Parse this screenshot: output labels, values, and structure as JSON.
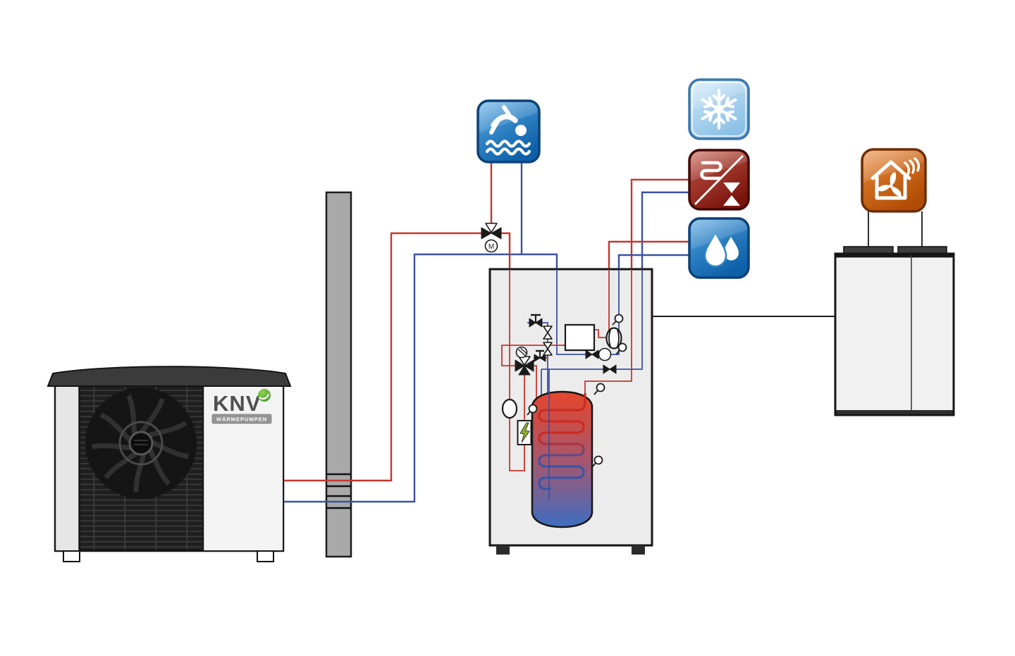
{
  "diagram": {
    "title": "KNV heat pump system schematic",
    "brand": {
      "logo_text": "KNV",
      "logo_sub": "WÄRMEPUMPEN"
    },
    "labels": {
      "valve_motor": "M"
    },
    "icons": [
      {
        "name": "pool-icon",
        "label": "swimming pool heating",
        "glyph": "swimmer over waves"
      },
      {
        "name": "cooling-icon",
        "label": "cooling",
        "glyph": "snowflake"
      },
      {
        "name": "heating-circuit-icon",
        "label": "heating circuit",
        "glyph": "radiator coil and valve"
      },
      {
        "name": "hot-water-icon",
        "label": "domestic hot water",
        "glyph": "two water drops"
      },
      {
        "name": "ventilation-icon",
        "label": "comfort ventilation",
        "glyph": "house with fan and air waves"
      }
    ],
    "components": [
      {
        "name": "outdoor-heat-pump-unit",
        "label": "KNV outdoor heat pump with fan"
      },
      {
        "name": "building-wall",
        "label": "wall pass-through for flow and return pipes"
      },
      {
        "name": "indoor-hydraulic-unit",
        "label": "indoor unit with buffer tank, heater rod, pump and valves"
      },
      {
        "name": "buffer-tank",
        "label": "stratified storage tank with internal coil"
      },
      {
        "name": "ventilation-unit",
        "label": "double-door ventilation cabinet"
      }
    ],
    "colors": {
      "pipe_hot": "#c4372d",
      "pipe_cold": "#3b52a3",
      "line_dark": "#1a1a1a",
      "wall_fill": "#a9a9a9",
      "unit_fill": "#ececec",
      "cabinet_fill": "#f1f1f1",
      "metal_dark": "#3a3a3a",
      "grille_bg": "#1f1f1f",
      "grille_line": "#3f3f3f",
      "panel_fill": "#f1f1f1",
      "tank_hot": "#e5462c",
      "tank_cold": "#3f6dc0",
      "coil_hot": "#cc2b21",
      "coil_cold": "#3b55a5",
      "icon_pool_top": "#55a9e2",
      "icon_pool_bottom": "#0d5fa8",
      "icon_pool_border": "#0d4278",
      "icon_snow_top": "#cde8f8",
      "icon_snow_bottom": "#8cc0e6",
      "icon_snow_border": "#3d77ad",
      "icon_heat_top": "#c25648",
      "icon_heat_bottom": "#7a150c",
      "icon_heat_border": "#430904",
      "icon_water_top": "#4da0dc",
      "icon_water_bottom": "#0d5fa8",
      "icon_water_border": "#0d4278",
      "icon_vent_top": "#e98a3c",
      "icon_vent_bottom": "#b04c03",
      "icon_vent_border": "#6f2d04",
      "brand_green": "#5cb531",
      "brand_text": "#4f4f4f",
      "badge_fill": "#949494"
    }
  }
}
